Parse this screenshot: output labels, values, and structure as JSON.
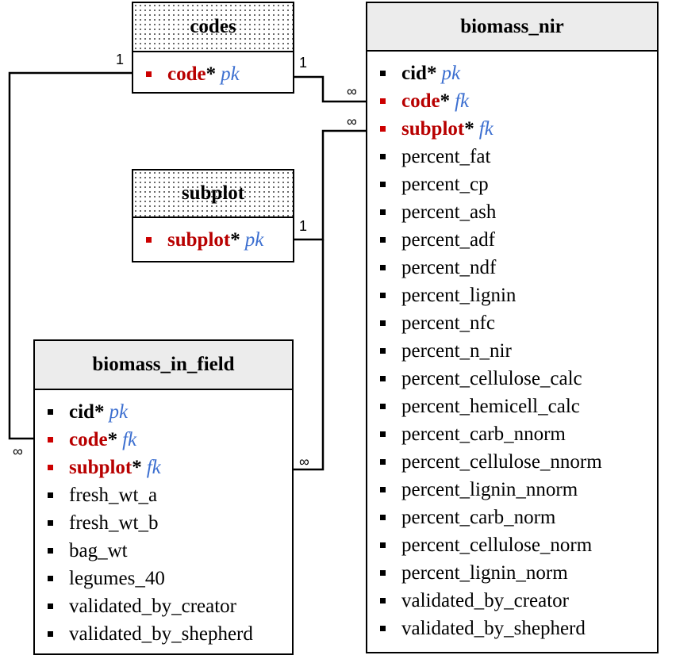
{
  "tables": {
    "codes": {
      "title": "codes",
      "fields": [
        {
          "name": "code",
          "star": "*",
          "key": "pk",
          "highlight": true
        }
      ]
    },
    "subplot": {
      "title": "subplot",
      "fields": [
        {
          "name": "subplot",
          "star": "*",
          "key": "pk",
          "highlight": true
        }
      ]
    },
    "biomass_in_field": {
      "title": "biomass_in_field",
      "fields": [
        {
          "name": "cid",
          "star": "*",
          "key": "pk"
        },
        {
          "name": "code",
          "star": "*",
          "key": "fk",
          "highlight": true
        },
        {
          "name": "subplot",
          "star": "*",
          "key": "fk",
          "highlight": true
        },
        {
          "name": "fresh_wt_a"
        },
        {
          "name": "fresh_wt_b"
        },
        {
          "name": "bag_wt"
        },
        {
          "name": "legumes_40"
        },
        {
          "name": "validated_by_creator"
        },
        {
          "name": "validated_by_shepherd"
        }
      ]
    },
    "biomass_nir": {
      "title": "biomass_nir",
      "fields": [
        {
          "name": "cid",
          "star": "*",
          "key": "pk"
        },
        {
          "name": "code",
          "star": "*",
          "key": "fk",
          "highlight": true
        },
        {
          "name": "subplot",
          "star": "*",
          "key": "fk",
          "highlight": true
        },
        {
          "name": "percent_fat"
        },
        {
          "name": "percent_cp"
        },
        {
          "name": "percent_ash"
        },
        {
          "name": "percent_adf"
        },
        {
          "name": "percent_ndf"
        },
        {
          "name": "percent_lignin"
        },
        {
          "name": "percent_nfc"
        },
        {
          "name": "percent_n_nir"
        },
        {
          "name": "percent_cellulose_calc"
        },
        {
          "name": "percent_hemicell_calc"
        },
        {
          "name": "percent_carb_nnorm"
        },
        {
          "name": "percent_cellulose_nnorm"
        },
        {
          "name": "percent_lignin_nnorm"
        },
        {
          "name": "percent_carb_norm"
        },
        {
          "name": "percent_cellulose_norm"
        },
        {
          "name": "percent_lignin_norm"
        },
        {
          "name": "validated_by_creator"
        },
        {
          "name": "validated_by_shepherd"
        }
      ]
    }
  },
  "cardinality": {
    "codes_left": "1",
    "codes_right": "1",
    "subplot_right": "1",
    "nir_code": "∞",
    "nir_subplot": "∞",
    "bif_code": "∞",
    "bif_subplot": "∞"
  }
}
